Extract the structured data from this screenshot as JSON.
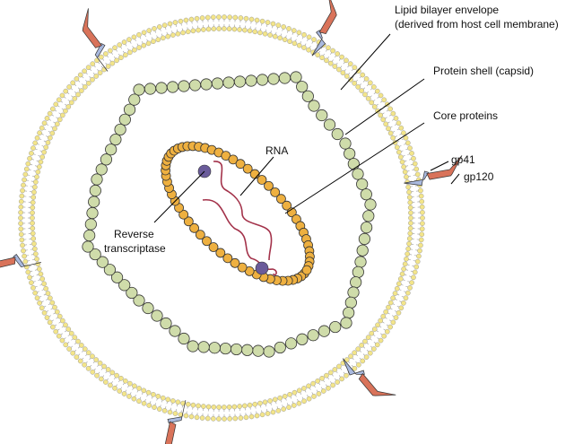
{
  "labels": {
    "envelope_1": "Lipid bilayer envelope",
    "envelope_2": "(derived from host cell membrane)",
    "capsid": "Protein shell (capsid)",
    "core": "Core proteins",
    "gp41": "gp41",
    "gp120": "gp120",
    "rna": "RNA",
    "rt_1": "Reverse",
    "rt_2": "transcriptase"
  },
  "colors": {
    "lipid_head": "#f3e58a",
    "capsid_bead": "#cfdcaa",
    "core_bead": "#eeb040",
    "gp41": "#a9b9df",
    "gp120": "#d9735a",
    "rna": "#a3324a",
    "reverse_transcriptase": "#6a5b9a"
  }
}
